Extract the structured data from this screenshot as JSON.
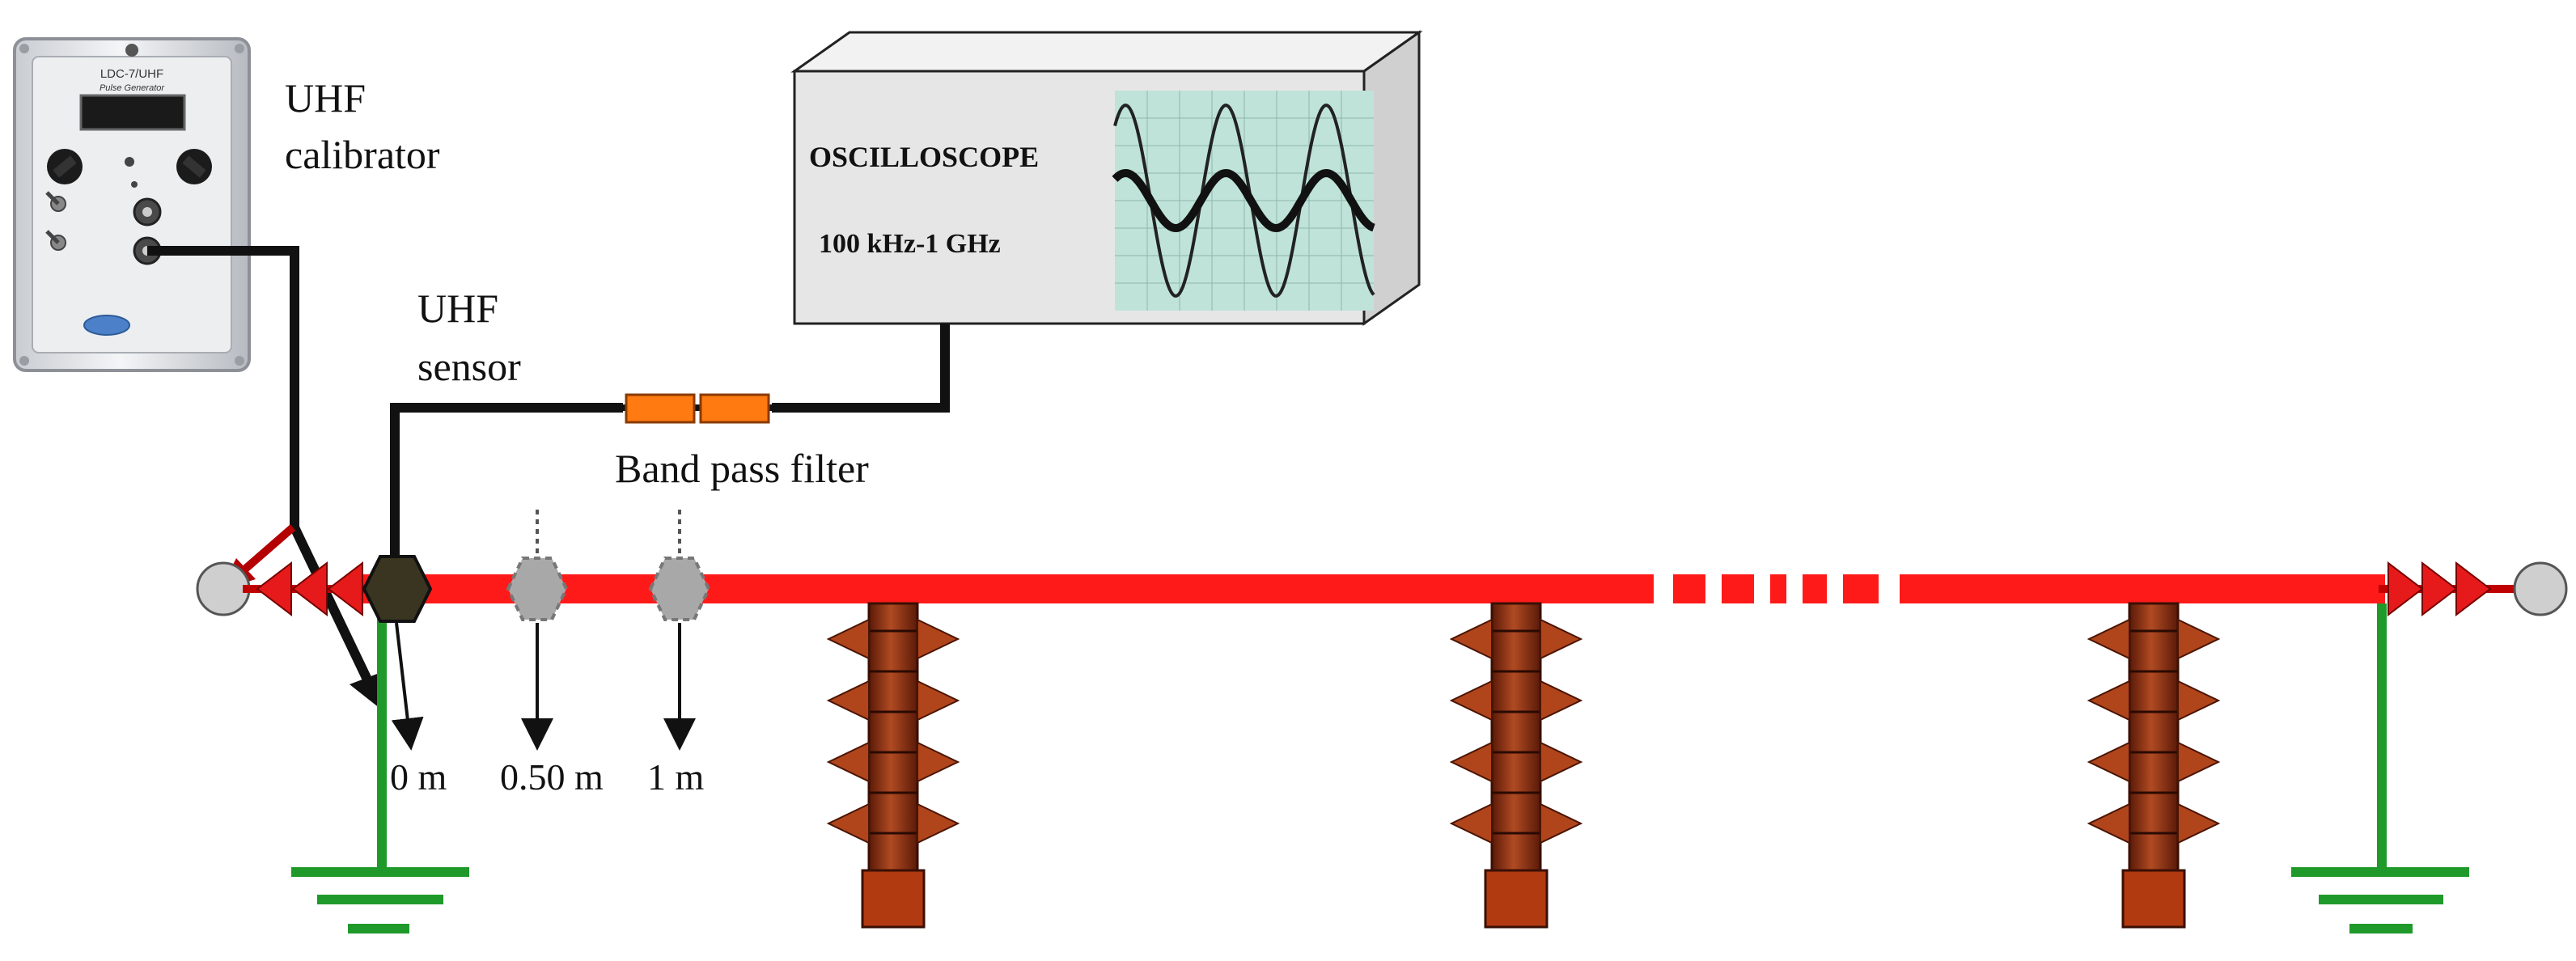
{
  "labels": {
    "calibrator_line1": "UHF",
    "calibrator_line2": "calibrator",
    "sensor_line1": "UHF",
    "sensor_line2": "sensor",
    "filter": "Band pass filter",
    "oscilloscope_title": "OSCILLOSCOPE",
    "oscilloscope_range": "100 kHz-1 GHz",
    "pos_0": "0 m",
    "pos_050": "0.50 m",
    "pos_1": "1 m"
  },
  "calibrator_device": {
    "model": "LDC-7/UHF",
    "subtitle": "Pulse Generator"
  },
  "colors": {
    "conductor": "#ff1a1a",
    "ground": "#1f9a2a",
    "cable": "#111111",
    "filter": "#ff7a10",
    "insulator": "#8c2d12",
    "sensor": "#3a3520",
    "sensor_ghost": "#a8a8a8",
    "oscilloscope_box": "#e9e9e9",
    "scope_screen": "#bfe3d8"
  }
}
